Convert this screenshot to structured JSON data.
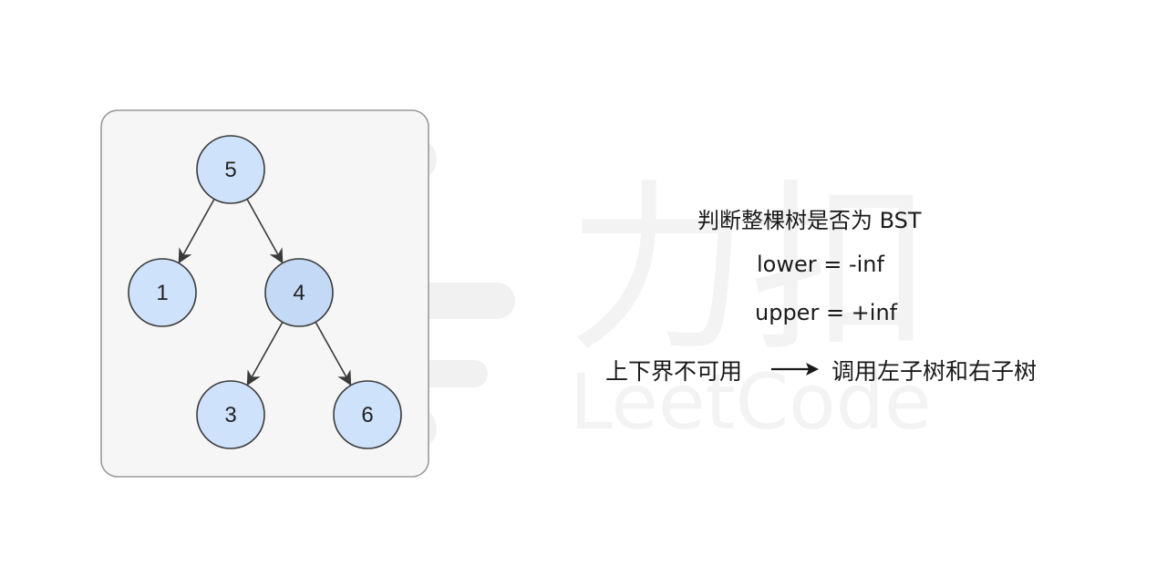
{
  "watermark": {
    "glyphs": "力扣",
    "wordmark": "LeetCode"
  },
  "tree": {
    "nodes": [
      {
        "id": "n5",
        "label": "5"
      },
      {
        "id": "n1",
        "label": "1"
      },
      {
        "id": "n4",
        "label": "4"
      },
      {
        "id": "n3",
        "label": "3"
      },
      {
        "id": "n6",
        "label": "6"
      }
    ],
    "edges": [
      {
        "from": "n5",
        "to": "n1"
      },
      {
        "from": "n5",
        "to": "n4"
      },
      {
        "from": "n4",
        "to": "n3"
      },
      {
        "from": "n4",
        "to": "n6"
      }
    ],
    "colors": {
      "node_fill": "#cfe2fb",
      "node_fill_highlight": "#c4d9f6",
      "node_stroke": "#3a3a3a",
      "edge": "#3a3a3a",
      "panel_fill": "#f6f6f6",
      "panel_stroke": "#9a9a9a"
    }
  },
  "explanation": {
    "title": "判断整棵树是否为 BST",
    "lower": "lower = -inf",
    "upper": "upper = +inf",
    "condition": "上下界不可用",
    "action": "调用左子树和右子树"
  }
}
